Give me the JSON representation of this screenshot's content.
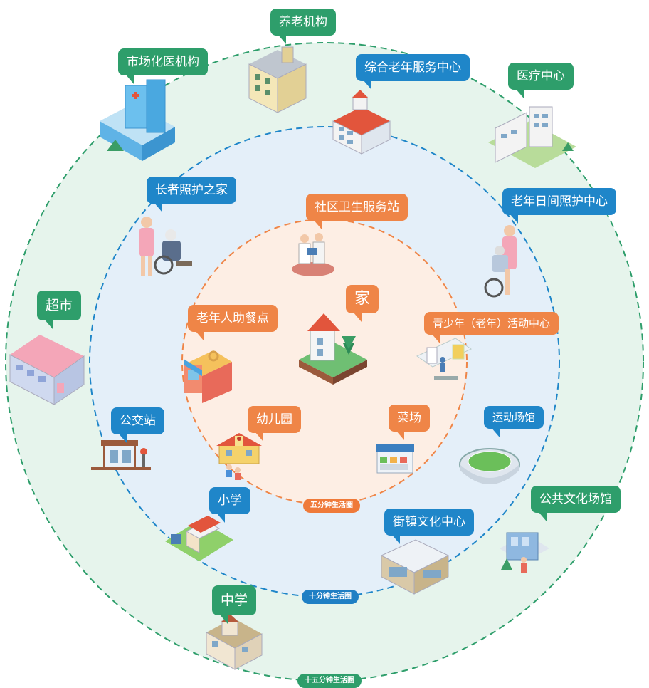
{
  "rings": {
    "inner": "五分钟生活圈",
    "middle": "十分钟生活圈",
    "outer": "十五分钟生活圈"
  },
  "center": {
    "label": "家"
  },
  "inner_labels": {
    "clinic": "社区卫生服务站",
    "canteen": "老年人助餐点",
    "kindergarten": "幼儿园",
    "market": "菜场",
    "youth_center": "青少年（老年）活动中心"
  },
  "middle_labels": {
    "elderly_home": "长者照护之家",
    "senior_service": "综合老年服务中心",
    "day_care": "老年日间照护中心",
    "bus_stop": "公交站",
    "stadium": "运动场馆",
    "primary_school": "小学",
    "culture_center": "街镇文化中心"
  },
  "outer_labels": {
    "nursing": "养老机构",
    "private_hospital": "市场化医机构",
    "medical_center": "医疗中心",
    "supermarket": "超市",
    "public_culture": "公共文化场馆",
    "middle_school": "中学"
  },
  "colors": {
    "inner_fill": "#fdeee4",
    "middle_fill": "#e4eff9",
    "outer_fill": "#e6f4ec",
    "inner_stroke": "#ef8547",
    "middle_stroke": "#1f86c9",
    "outer_stroke": "#2e9e6b"
  }
}
